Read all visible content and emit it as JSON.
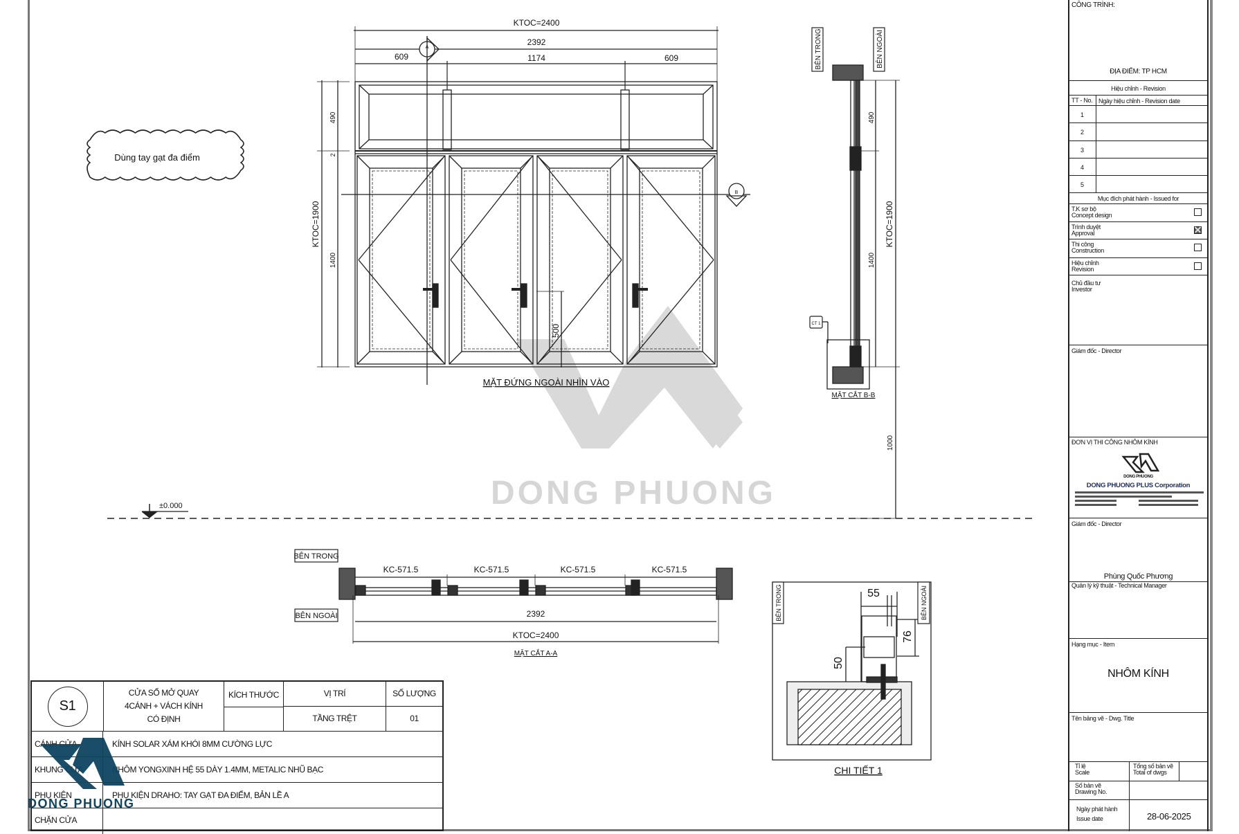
{
  "elevation": {
    "title": "MẶT ĐỨNG NGOÀI NHÌN VÀO",
    "dim_total_width": "KTOC=2400",
    "dim_inner_width": "2392",
    "dim_left": "609",
    "dim_middle": "1174",
    "dim_right": "609",
    "dim_total_height": "KTOC=1900",
    "dim_transom": "490",
    "dim_gap": "2",
    "dim_sash": "1400",
    "dim_handle": "500",
    "section_a_marker": "A",
    "section_b_marker": "B"
  },
  "cloud_note": "Dùng tay gạt đa điểm",
  "floor_level": "±0.000",
  "section_bb": {
    "title": "MẶT CẮT B-B",
    "inside_label": "BÊN TRONG",
    "outside_label": "BÊN NGOÀI",
    "dim_transom": "490",
    "dim_sash": "1400",
    "dim_total": "KTOC=1900",
    "dim_sill": "1000",
    "detail_marker": "CT 1"
  },
  "section_aa": {
    "title": "MẶT CẮT A-A",
    "inside_label": "BÊN TRONG",
    "outside_label": "BÊN NGOÀI",
    "sash_dims": [
      "KC-571.5",
      "KC-571.5",
      "KC-571.5",
      "KC-571.5"
    ],
    "dim_inner": "2392",
    "dim_total": "KTOC=2400"
  },
  "detail": {
    "title": "CHI TIẾT 1",
    "inside_label": "BÊN TRONG",
    "outside_label": "BÊN NGOÀI",
    "dim_55": "55",
    "dim_76": "76",
    "dim_50": "50"
  },
  "watermark": {
    "brand": "DONG PHUONG",
    "color": "#d6d6d6",
    "corner_color": "#0e4560"
  },
  "spec_table": {
    "code": "S1",
    "name_lines": [
      "CỬA SỔ MỞ QUAY",
      "4CÁNH + VÁCH KÍNH",
      "CÓ ĐỊNH"
    ],
    "headers": {
      "size": "KÍCH THƯỚC",
      "location": "VỊ TRÍ",
      "quantity": "SỐ LƯỢNG"
    },
    "values": {
      "size": "",
      "location": "TẦNG TRỆT",
      "quantity": "01"
    },
    "rows": [
      {
        "key": "CÁNH CỬA",
        "value": "KÍNH SOLAR XÁM KHÓI 8MM CƯỜNG LỰC"
      },
      {
        "key": "KHUNG CỬA",
        "value": "NHÔM YONGXINH HỆ 55 DÀY 1.4MM, METALIC NHŨ BẠC"
      },
      {
        "key": "PHỤ KIỆN",
        "value": "PHỤ KIỆN DRAHO: TAY GẠT ĐA ĐIỂM, BẢN LỀ A"
      },
      {
        "key": "CHẶN CỬA",
        "value": ""
      }
    ]
  },
  "title_block": {
    "project_label": "CÔNG TRÌNH:",
    "location": "ĐỊA ĐIỂM: TP HCM",
    "revision_header": "Hiệu chỉnh - Revision",
    "rev_no_header": "TT - No.",
    "rev_date_header": "Ngày hiệu chỉnh - Revision date",
    "rev_rows": [
      "1",
      "2",
      "3",
      "4",
      "5"
    ],
    "issued_header": "Mục đích phát hành - Issued for",
    "issued": [
      {
        "vi": "T.K sơ bộ",
        "en": "Concept design",
        "checked": false
      },
      {
        "vi": "Trình duyệt",
        "en": "Approval",
        "checked": true
      },
      {
        "vi": "Thi công",
        "en": "Construction",
        "checked": false
      },
      {
        "vi": "Hiệu chỉnh",
        "en": "Revision",
        "checked": false
      }
    ],
    "investor_vi": "Chủ đầu tư",
    "investor_en": "Investor",
    "director1": "Giám đốc - Director",
    "contractor_label": "ĐƠN VỊ THI CÔNG NHÔM KÍNH",
    "company_logo_text": "DONG PHUONG",
    "company_name": "DONG PHUONG PLUS Corporation",
    "director2": "Giám đốc - Director",
    "director2_name": "Phùng Quốc Phương",
    "tech_manager": "Quản lý kỹ thuật - Technical Manager",
    "item_label": "Hạng mục - Item",
    "item_value": "NHÔM KÍNH",
    "dwg_title_label": "Tên bảng vẽ - Dwg. Title",
    "scale_vi": "Tỉ lệ",
    "scale_en": "Scale",
    "total_vi": "Tổng số bản vẽ",
    "total_en": "Total of dwgs",
    "dwgno_vi": "Số bản vẽ",
    "dwgno_en": "Drawing No.",
    "issue_vi": "Ngày phát hành",
    "issue_en": "Issue date",
    "issue_date": "28-06-2025"
  }
}
